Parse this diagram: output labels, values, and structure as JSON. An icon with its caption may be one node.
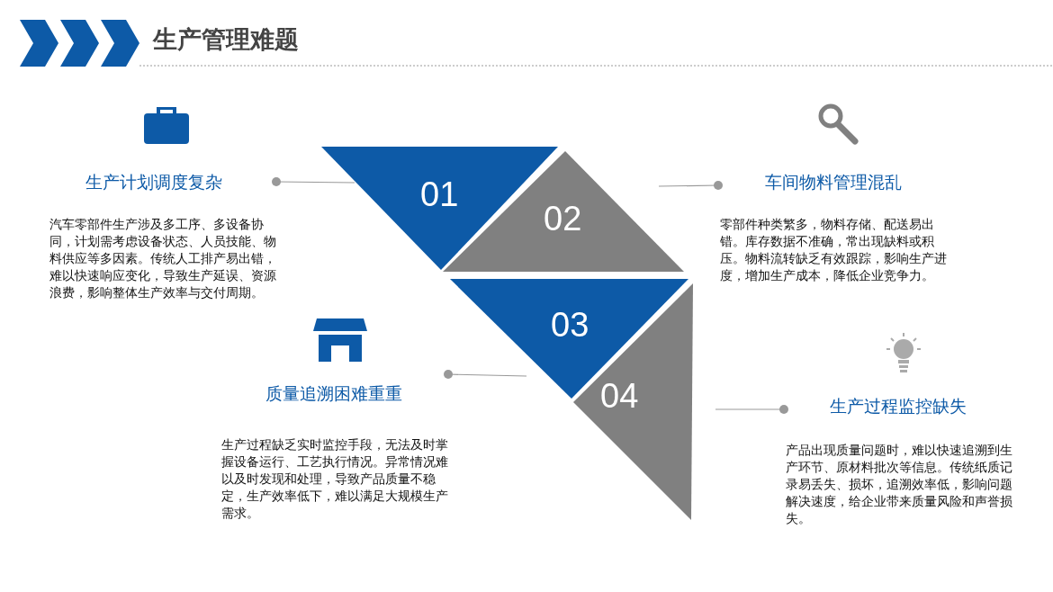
{
  "diagram": {
    "title": "生产管理难题",
    "nodes": [
      {
        "text": [
          "01"
        ]
      },
      {
        "text": [
          "02"
        ]
      },
      {
        "text": [
          "03"
        ]
      },
      {
        "text": [
          "04"
        ]
      },
      {
        "text": [
          "生产计划调度复杂",
          "汽车零部件生产涉及多工序、多设备协同，计划需考虑设备状态、人员技能、物料供应等多因素。传统人工排产易出错，难以快速响应变化，导致生产延误、资源浪费，影响整体生产效率与交付周期。"
        ]
      },
      {
        "text": [
          "车间物料管理混乱",
          "零部件种类繁多，物料存储、配送易出错。库存数据不准确，常出现缺料或积压。物料流转缺乏有效跟踪，影响生产进度，增加生产成本，降低企业竞争力。"
        ]
      },
      {
        "text": [
          "质量追溯困难重重",
          "生产过程缺乏实时监控手段，无法及时掌握设备运行、工艺执行情况。异常情况难以及时发现和处理，导致产品质量不稳定，生产效率低下，难以满足大规模生产需求。"
        ]
      },
      {
        "text": [
          "生产过程监控缺失",
          "产品出现质量问题时，难以快速追溯到生产环节、原材料批次等信息。传统纸质记录易丢失、损坏，追溯效率低，影响问题解决速度，给企业带来质量风险和声誉损失。"
        ]
      }
    ],
    "edges": [
      {
        "from": 4,
        "to": 0,
        "arrow": "other"
      },
      {
        "from": 5,
        "to": 1,
        "arrow": "other"
      },
      {
        "from": 6,
        "to": 2,
        "arrow": "other"
      },
      {
        "from": 7,
        "to": 3,
        "arrow": "other"
      }
    ]
  }
}
